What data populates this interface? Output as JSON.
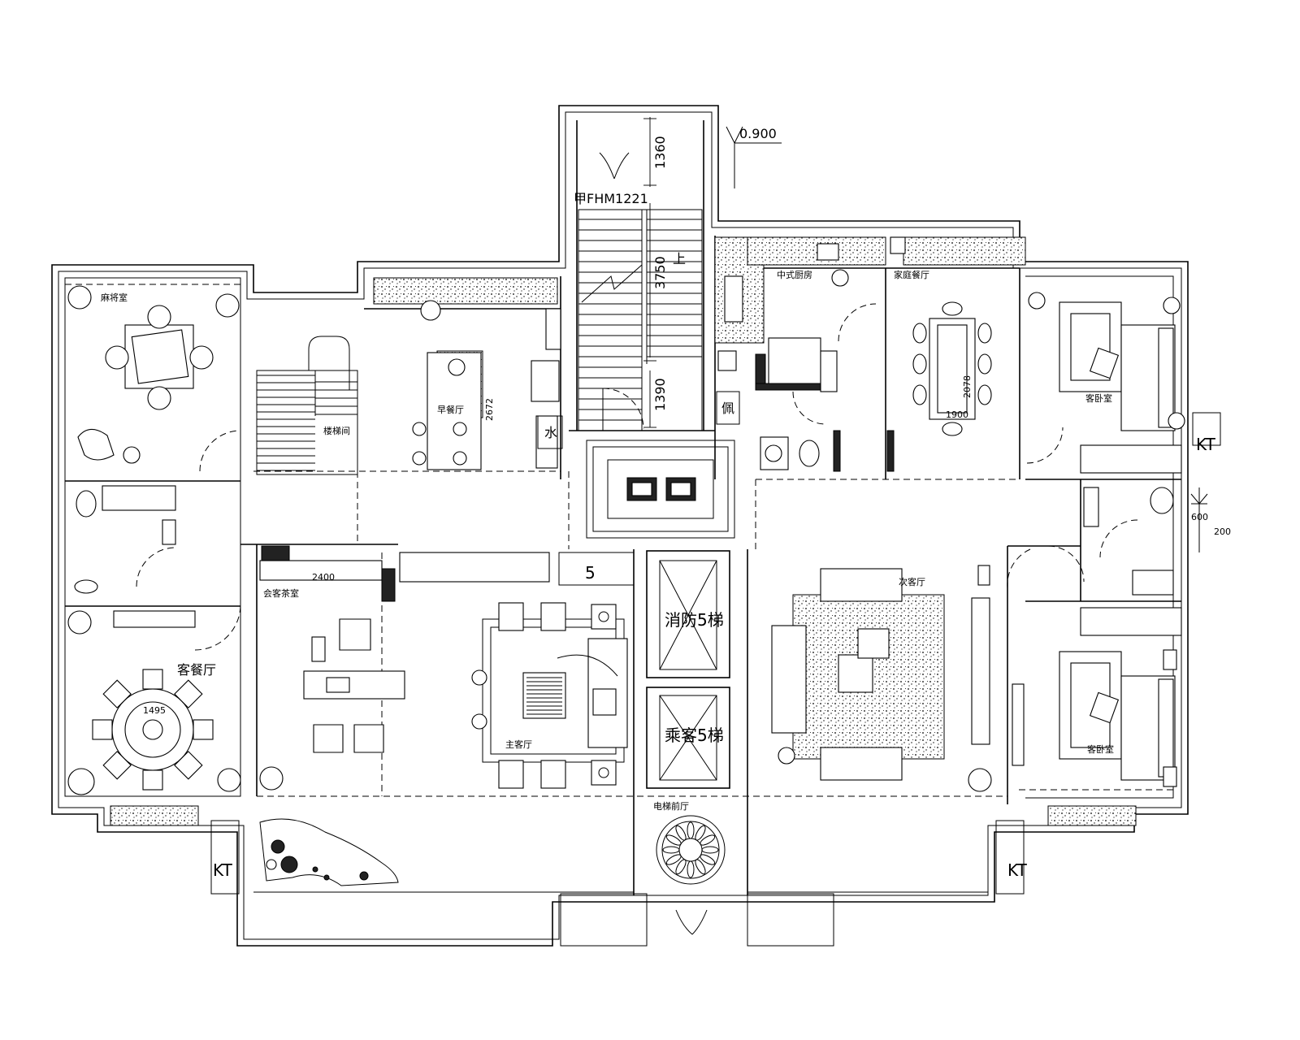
{
  "title": "",
  "rooms": {
    "mahjong": "麻将室",
    "stairwell": "楼梯间",
    "breakfast": "早餐厅",
    "chinese_kitchen": "中式厨房",
    "family_dining": "家庭餐厅",
    "guest_bed_top": "客卧室",
    "guest_dining": "客餐厅",
    "meeting_tea": "会客茶室",
    "main_living": "主客厅",
    "fire_elevator": "消防5梯",
    "passenger_elevator": "乘客5梯",
    "second_living": "次客厅",
    "guest_bed_bottom": "客卧室",
    "elevator_hall": "电梯前厅"
  },
  "labels": {
    "water": "水",
    "pei": "佩",
    "up": "上",
    "door_code": "甲FHM1221",
    "level": "0.900",
    "kt_right": "KT",
    "kt_left_bottom": "KT",
    "kt_right_bottom": "KT",
    "shaft_num": "5"
  },
  "dimensions": {
    "d1360": "1360",
    "d3750": "3750",
    "d1390": "1390",
    "d2078": "2078",
    "d1900": "1900",
    "d600": "600",
    "d200": "200",
    "d2400": "2400",
    "d1495": "1495",
    "d2672": "2672"
  }
}
